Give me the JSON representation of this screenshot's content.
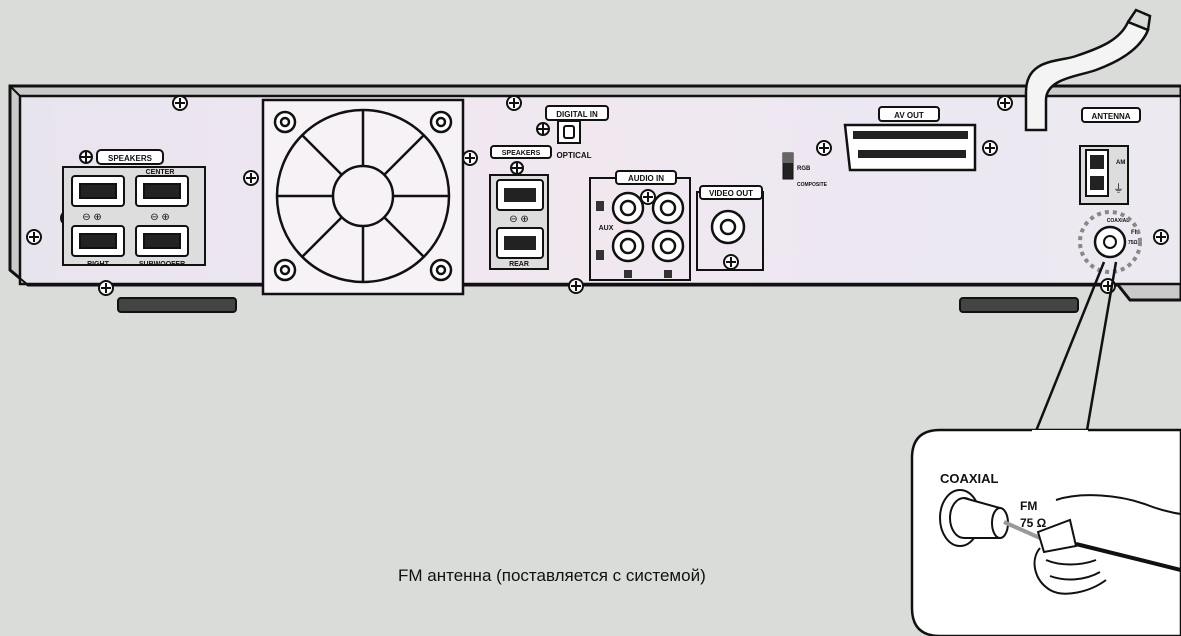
{
  "labels": {
    "speakers_left": "SPEAKERS",
    "center": "CENTER",
    "right": "RIGHT",
    "subwoofer": "SUBWOOFER",
    "speakers_mid": "SPEAKERS",
    "rear": "REAR",
    "digital_in": "DIGITAL IN",
    "optical": "OPTICAL",
    "audio_in": "AUDIO IN",
    "aux": "AUX",
    "video_out": "VIDEO OUT",
    "av_out": "AV OUT",
    "rgb": "RGB",
    "composite": "COMPOSITE",
    "antenna": "ANTENNA",
    "am": "AM",
    "coaxial_small": "COAXIAL",
    "fm_small": "FM",
    "ohm_small": "75Ω"
  },
  "inset": {
    "coaxial": "COAXIAL",
    "fm": "FM",
    "ohm": "75 Ω"
  },
  "caption": "FM антенна (поставляется с системой)"
}
